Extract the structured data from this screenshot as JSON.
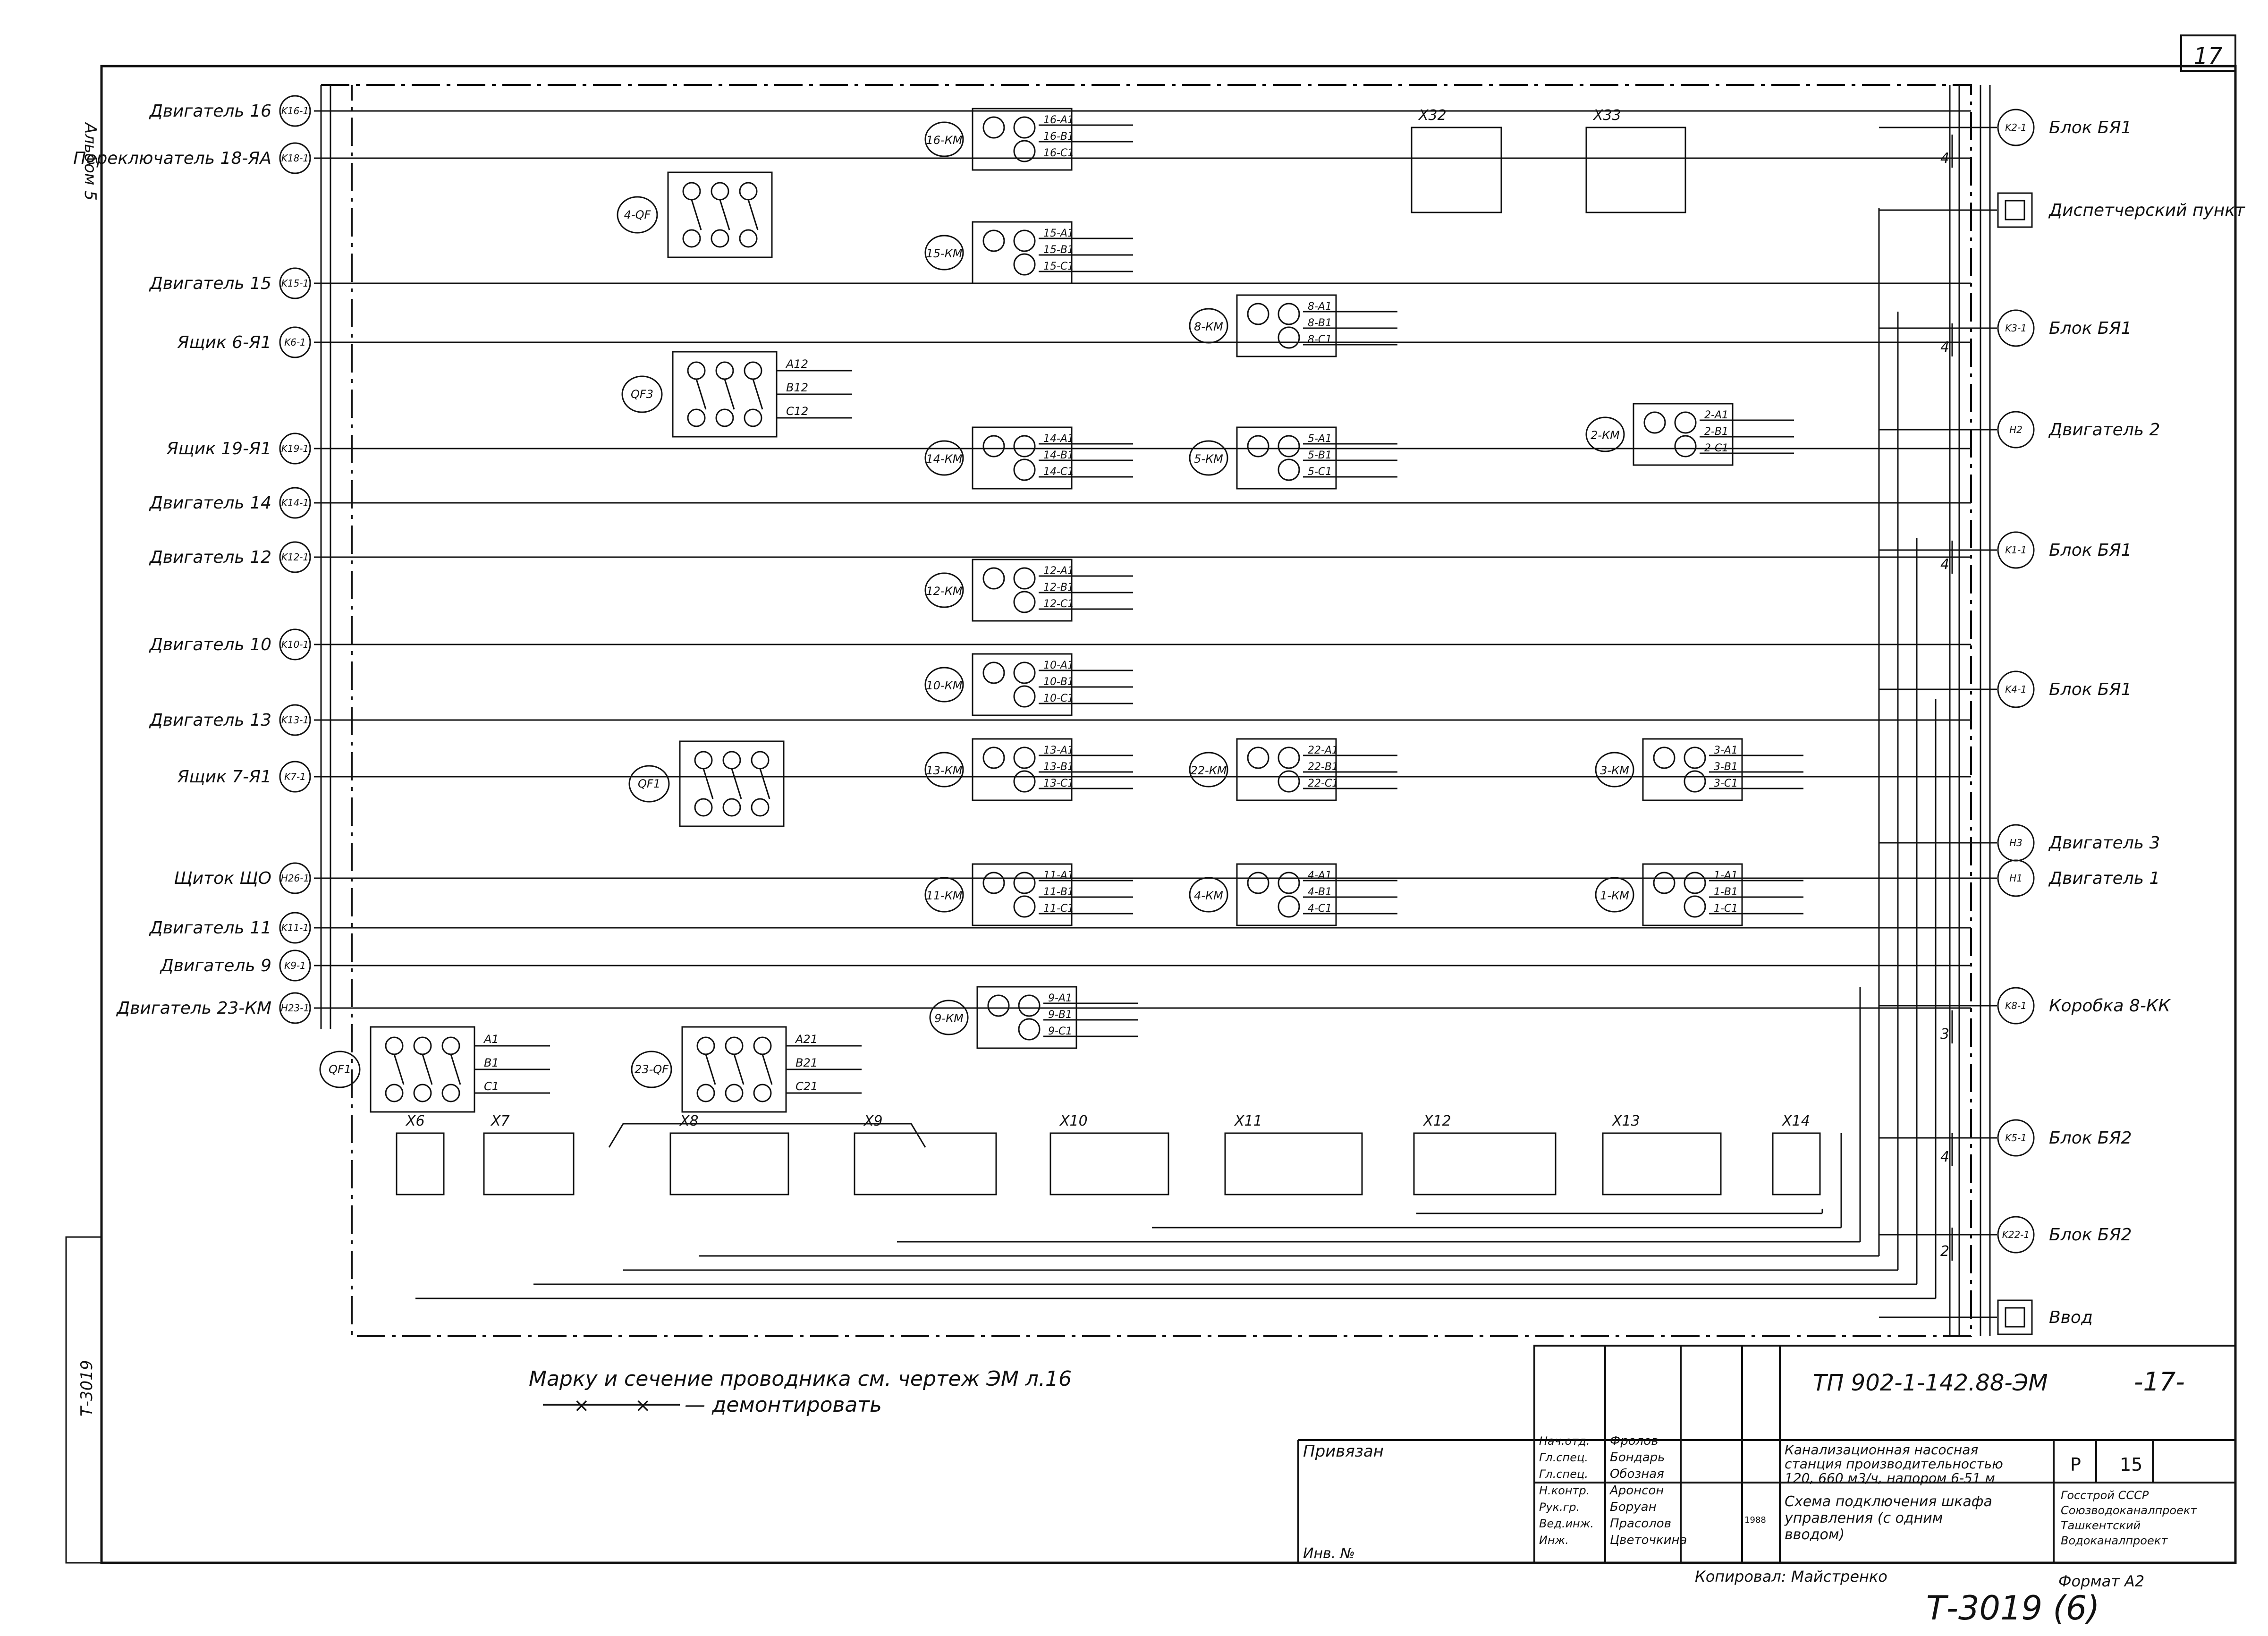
{
  "sheet": {
    "number": "17",
    "album": "Альбом 5"
  },
  "left_labels": [
    {
      "tag": "K16-1",
      "text": "Двигатель 16"
    },
    {
      "tag": "K18-1",
      "text": "Переключатель 18-ЯА"
    },
    {
      "tag": "K15-1",
      "text": "Двигатель 15"
    },
    {
      "tag": "K6-1",
      "text": "Ящик 6-Я1"
    },
    {
      "tag": "K19-1",
      "text": "Ящик 19-Я1"
    },
    {
      "tag": "K14-1",
      "text": "Двигатель 14"
    },
    {
      "tag": "K12-1",
      "text": "Двигатель 12"
    },
    {
      "tag": "K10-1",
      "text": "Двигатель 10"
    },
    {
      "tag": "K13-1",
      "text": "Двигатель 13"
    },
    {
      "tag": "K7-1",
      "text": "Ящик 7-Я1"
    },
    {
      "tag": "H26-1",
      "text": "Щиток ЩО"
    },
    {
      "tag": "K11-1",
      "text": "Двигатель 11"
    },
    {
      "tag": "K9-1",
      "text": "Двигатель 9"
    },
    {
      "tag": "H23-1",
      "text": "Двигатель 23-КМ"
    }
  ],
  "right_labels": [
    {
      "tag": "K2-1",
      "text": "Блок БЯ1"
    },
    {
      "tag": "",
      "text": "Диспетчерский пункт"
    },
    {
      "tag": "K3-1",
      "text": "Блок БЯ1"
    },
    {
      "tag": "H2",
      "text": "Двигатель 2"
    },
    {
      "tag": "K1-1",
      "text": "Блок БЯ1"
    },
    {
      "tag": "K4-1",
      "text": "Блок БЯ1"
    },
    {
      "tag": "H3",
      "text": "Двигатель 3"
    },
    {
      "tag": "H1",
      "text": "Двигатель 1"
    },
    {
      "tag": "K8-1",
      "text": "Коробка 8-КК"
    },
    {
      "tag": "K5-1",
      "text": "Блок БЯ2"
    },
    {
      "tag": "K22-1",
      "text": "Блок БЯ2"
    },
    {
      "tag": "",
      "text": "Ввод"
    }
  ],
  "contactors": [
    {
      "tag": "16-КМ",
      "t": [
        "16-А1",
        "16-В1",
        "16-С1"
      ]
    },
    {
      "tag": "15-КМ",
      "t": [
        "15-А1",
        "15-В1",
        "15-С1"
      ]
    },
    {
      "tag": "8-КМ",
      "t": [
        "8-А1",
        "8-В1",
        "8-С1"
      ]
    },
    {
      "tag": "14-КМ",
      "t": [
        "14-А1",
        "14-В1",
        "14-С1"
      ]
    },
    {
      "tag": "5-КМ",
      "t": [
        "5-А1",
        "5-В1",
        "5-С1"
      ]
    },
    {
      "tag": "2-КМ",
      "t": [
        "2-А1",
        "2-В1",
        "2-С1"
      ]
    },
    {
      "tag": "12-КМ",
      "t": [
        "12-А1",
        "12-В1",
        "12-С1"
      ]
    },
    {
      "tag": "10-КМ",
      "t": [
        "10-А1",
        "10-В1",
        "10-С1"
      ]
    },
    {
      "tag": "13-КМ",
      "t": [
        "13-А1",
        "13-В1",
        "13-С1"
      ]
    },
    {
      "tag": "22-КМ",
      "t": [
        "22-А1",
        "22-В1",
        "22-С1"
      ]
    },
    {
      "tag": "3-КМ",
      "t": [
        "3-А1",
        "3-В1",
        "3-С1"
      ]
    },
    {
      "tag": "11-КМ",
      "t": [
        "11-А1",
        "11-В1",
        "11-С1"
      ]
    },
    {
      "tag": "4-КМ",
      "t": [
        "4-А1",
        "4-В1",
        "4-С1"
      ]
    },
    {
      "tag": "1-КМ",
      "t": [
        "1-А1",
        "1-В1",
        "1-С1"
      ]
    },
    {
      "tag": "9-КМ",
      "t": [
        "9-А1",
        "9-В1",
        "9-С1"
      ]
    }
  ],
  "breakers": [
    {
      "tag": "4-QF"
    },
    {
      "tag": "QF3",
      "t": [
        "А12",
        "В12",
        "С12"
      ]
    },
    {
      "tag": "QF1"
    },
    {
      "tag": "23-QF",
      "t": [
        "А21",
        "В21",
        "С21"
      ]
    },
    {
      "tag": "QF1",
      "t": [
        "А1",
        "В1",
        "С1"
      ]
    }
  ],
  "terminal_blocks": [
    "Х6",
    "Х7",
    "Х8",
    "Х9",
    "Х10",
    "Х11",
    "Х12",
    "Х13",
    "Х14",
    "Х32",
    "Х33"
  ],
  "notes": {
    "line1": "Марку и сечение проводника см. чертеж ЭМ л.16",
    "line2": "— демонтировать"
  },
  "title_block": {
    "doc_code": "ТП 902-1-142.88-ЭМ",
    "sheet_mark": "-17-",
    "binding": "Привязан",
    "inv": "Инв. №",
    "roles": [
      "Нач.отд.",
      "Гл.спец.",
      "Гл.спец.",
      "Н.контр.",
      "Рук.гр.",
      "Вед.инж.",
      "Инж."
    ],
    "names": [
      "Фролов",
      "Бондарь",
      "Обозная",
      "Аронсон",
      "Боруан",
      "Прасолов",
      "Цветочкина"
    ],
    "project_title": [
      "Канализационная насосная",
      "станция производительностью",
      "120, 660 м3/ч, напором 6-51 м"
    ],
    "drawing_title": [
      "Схема подключения шкафа",
      "управления  (с одним",
      "вводом)"
    ],
    "stage": "Р",
    "sheet": "15",
    "org": [
      "Госстрой СССР",
      "Союзводоканалпроект",
      "Ташкентский",
      "Водоканалпроект"
    ],
    "checked": "Копировал: Майстренко",
    "format": "Формат А2",
    "stamp_date": "1988",
    "archive_no": "Т-3019 (6)",
    "side_stamp": "Т-3019"
  },
  "wire_numbers": [
    "4",
    "4",
    "4",
    "3",
    "4",
    "2"
  ]
}
